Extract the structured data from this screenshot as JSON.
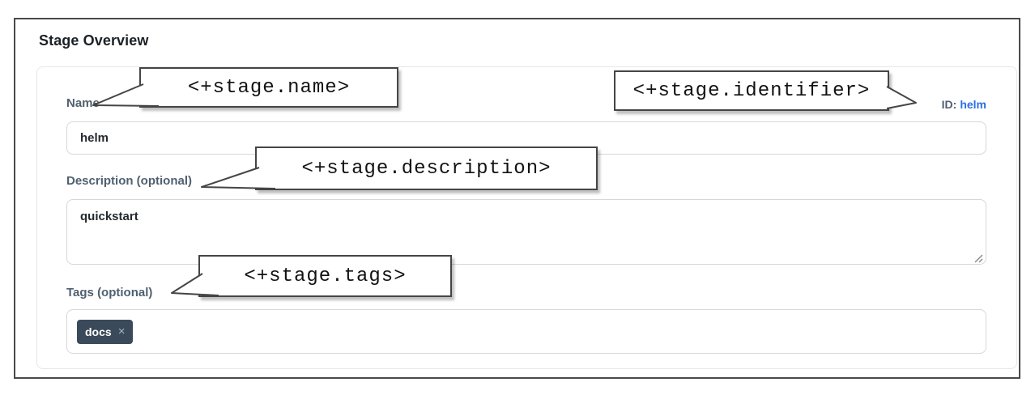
{
  "panel": {
    "title": "Stage Overview"
  },
  "form": {
    "name": {
      "label": "Name",
      "value": "helm"
    },
    "identifier": {
      "prefix": "ID:",
      "value": "helm"
    },
    "description": {
      "label": "Description (optional)",
      "value": "quickstart"
    },
    "tags": {
      "label": "Tags (optional)",
      "chips": [
        {
          "label": "docs",
          "remove": "×"
        }
      ]
    }
  },
  "callouts": {
    "name": "<+stage.name>",
    "identifier": "<+stage.identifier>",
    "description": "<+stage.description>",
    "tags": "<+stage.tags>"
  },
  "colors": {
    "link_blue": "#2b6fe4",
    "chip_bg": "#3b4a5a",
    "label_slate": "#4f6070",
    "frame_border": "#4a4a4a"
  }
}
